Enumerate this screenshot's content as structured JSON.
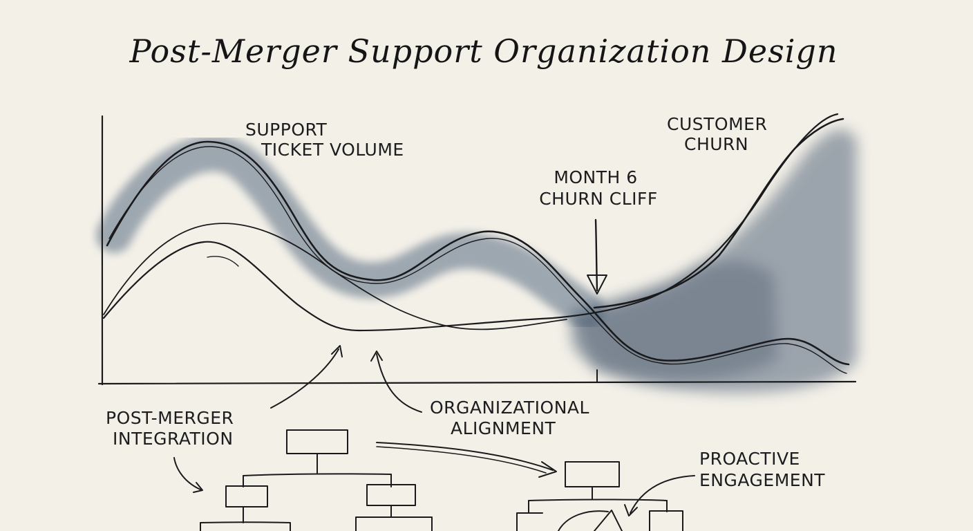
{
  "title": "Post-Merger Support Organization Design",
  "labels": {
    "support_volume_line1": "Support",
    "support_volume_line2": "Ticket Volume",
    "customer_churn_line1": "Customer",
    "customer_churn_line2": "Churn",
    "churn_cliff_line1": "Month 6",
    "churn_cliff_line2": "Churn Cliff",
    "post_merger_line1": "Post-Merger",
    "post_merger_line2": "Integration",
    "org_alignment_line1": "Organizational",
    "org_alignment_line2": "Alignment",
    "proactive_line1": "Proactive",
    "proactive_line2": "Engagement"
  },
  "colors": {
    "paper": "#f3f0e8",
    "ink": "#1a1a1c",
    "wash": "#5f6f82"
  }
}
